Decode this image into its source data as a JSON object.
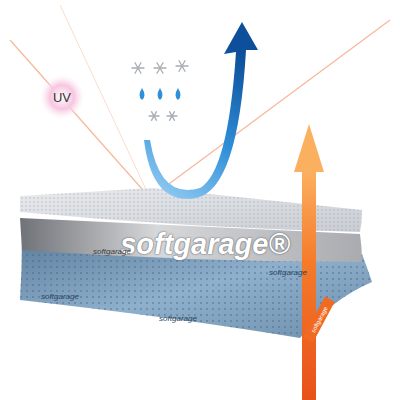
{
  "diagram": {
    "nodes": [
      {
        "text": [
          "UV"
        ]
      },
      {
        "text": [
          "softgarage"
        ]
      }
    ],
    "labels": [
      "softgarage®",
      "softgarage",
      "softgarage",
      "softgarage",
      "softgarage"
    ]
  }
}
